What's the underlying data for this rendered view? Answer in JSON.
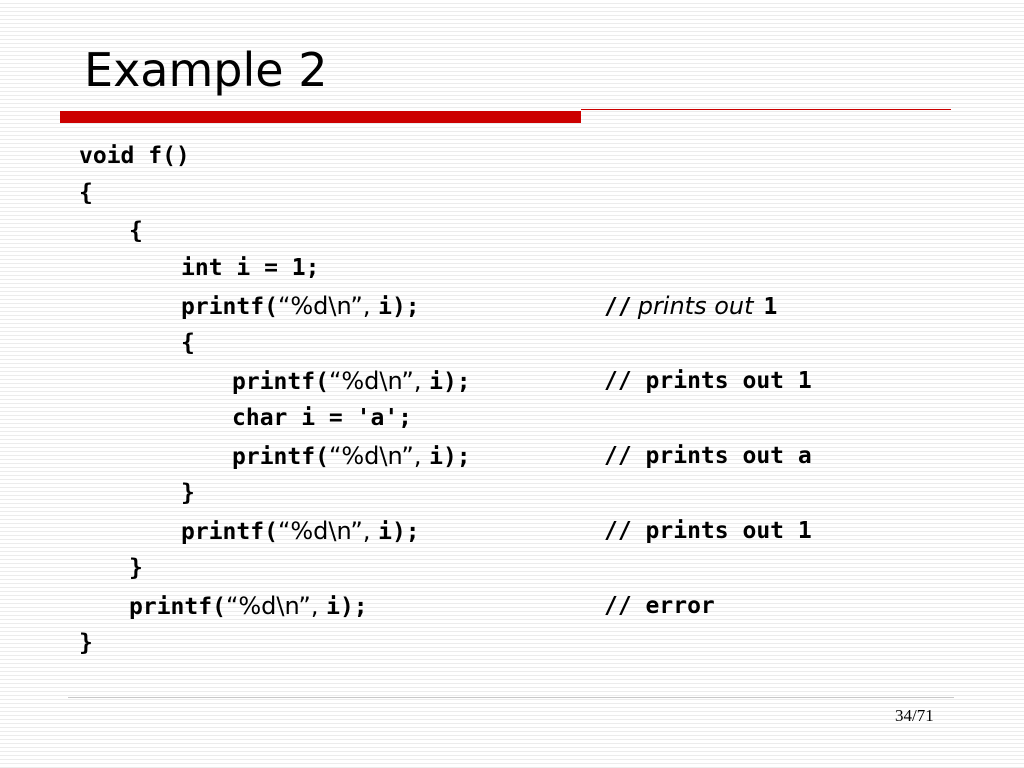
{
  "slide": {
    "title": "Example 2",
    "page_number": "34/71",
    "accent_color": "#cc0000",
    "code": {
      "line_1": "void f()",
      "line_2": "{",
      "line_3": "{",
      "line_4": "int i = 1;",
      "line_5": {
        "code_a": "printf(",
        "code_b": "“%d\\n”, ",
        "code_c": "i);",
        "comment_prefix": "//",
        "comment_text": "prints out",
        "comment_value": "1"
      },
      "line_6": "{",
      "line_7": {
        "code_a": "printf(",
        "code_b": "“%d\\n”, ",
        "code_c": "i);",
        "comment": "// prints out 1"
      },
      "line_8": "char i = 'a';",
      "line_9": {
        "code_a": "printf(",
        "code_b": "“%d\\n”, ",
        "code_c": "i);",
        "comment": "// prints out a"
      },
      "line_10": "}",
      "line_11": {
        "code_a": "printf(",
        "code_b": "“%d\\n”, ",
        "code_c": "i);",
        "comment": "// prints out 1"
      },
      "line_12": "}",
      "line_13": {
        "code_a": "printf(",
        "code_b": "“%d\\n”, ",
        "code_c": "i);",
        "comment": "// error"
      },
      "line_14": "}"
    }
  }
}
